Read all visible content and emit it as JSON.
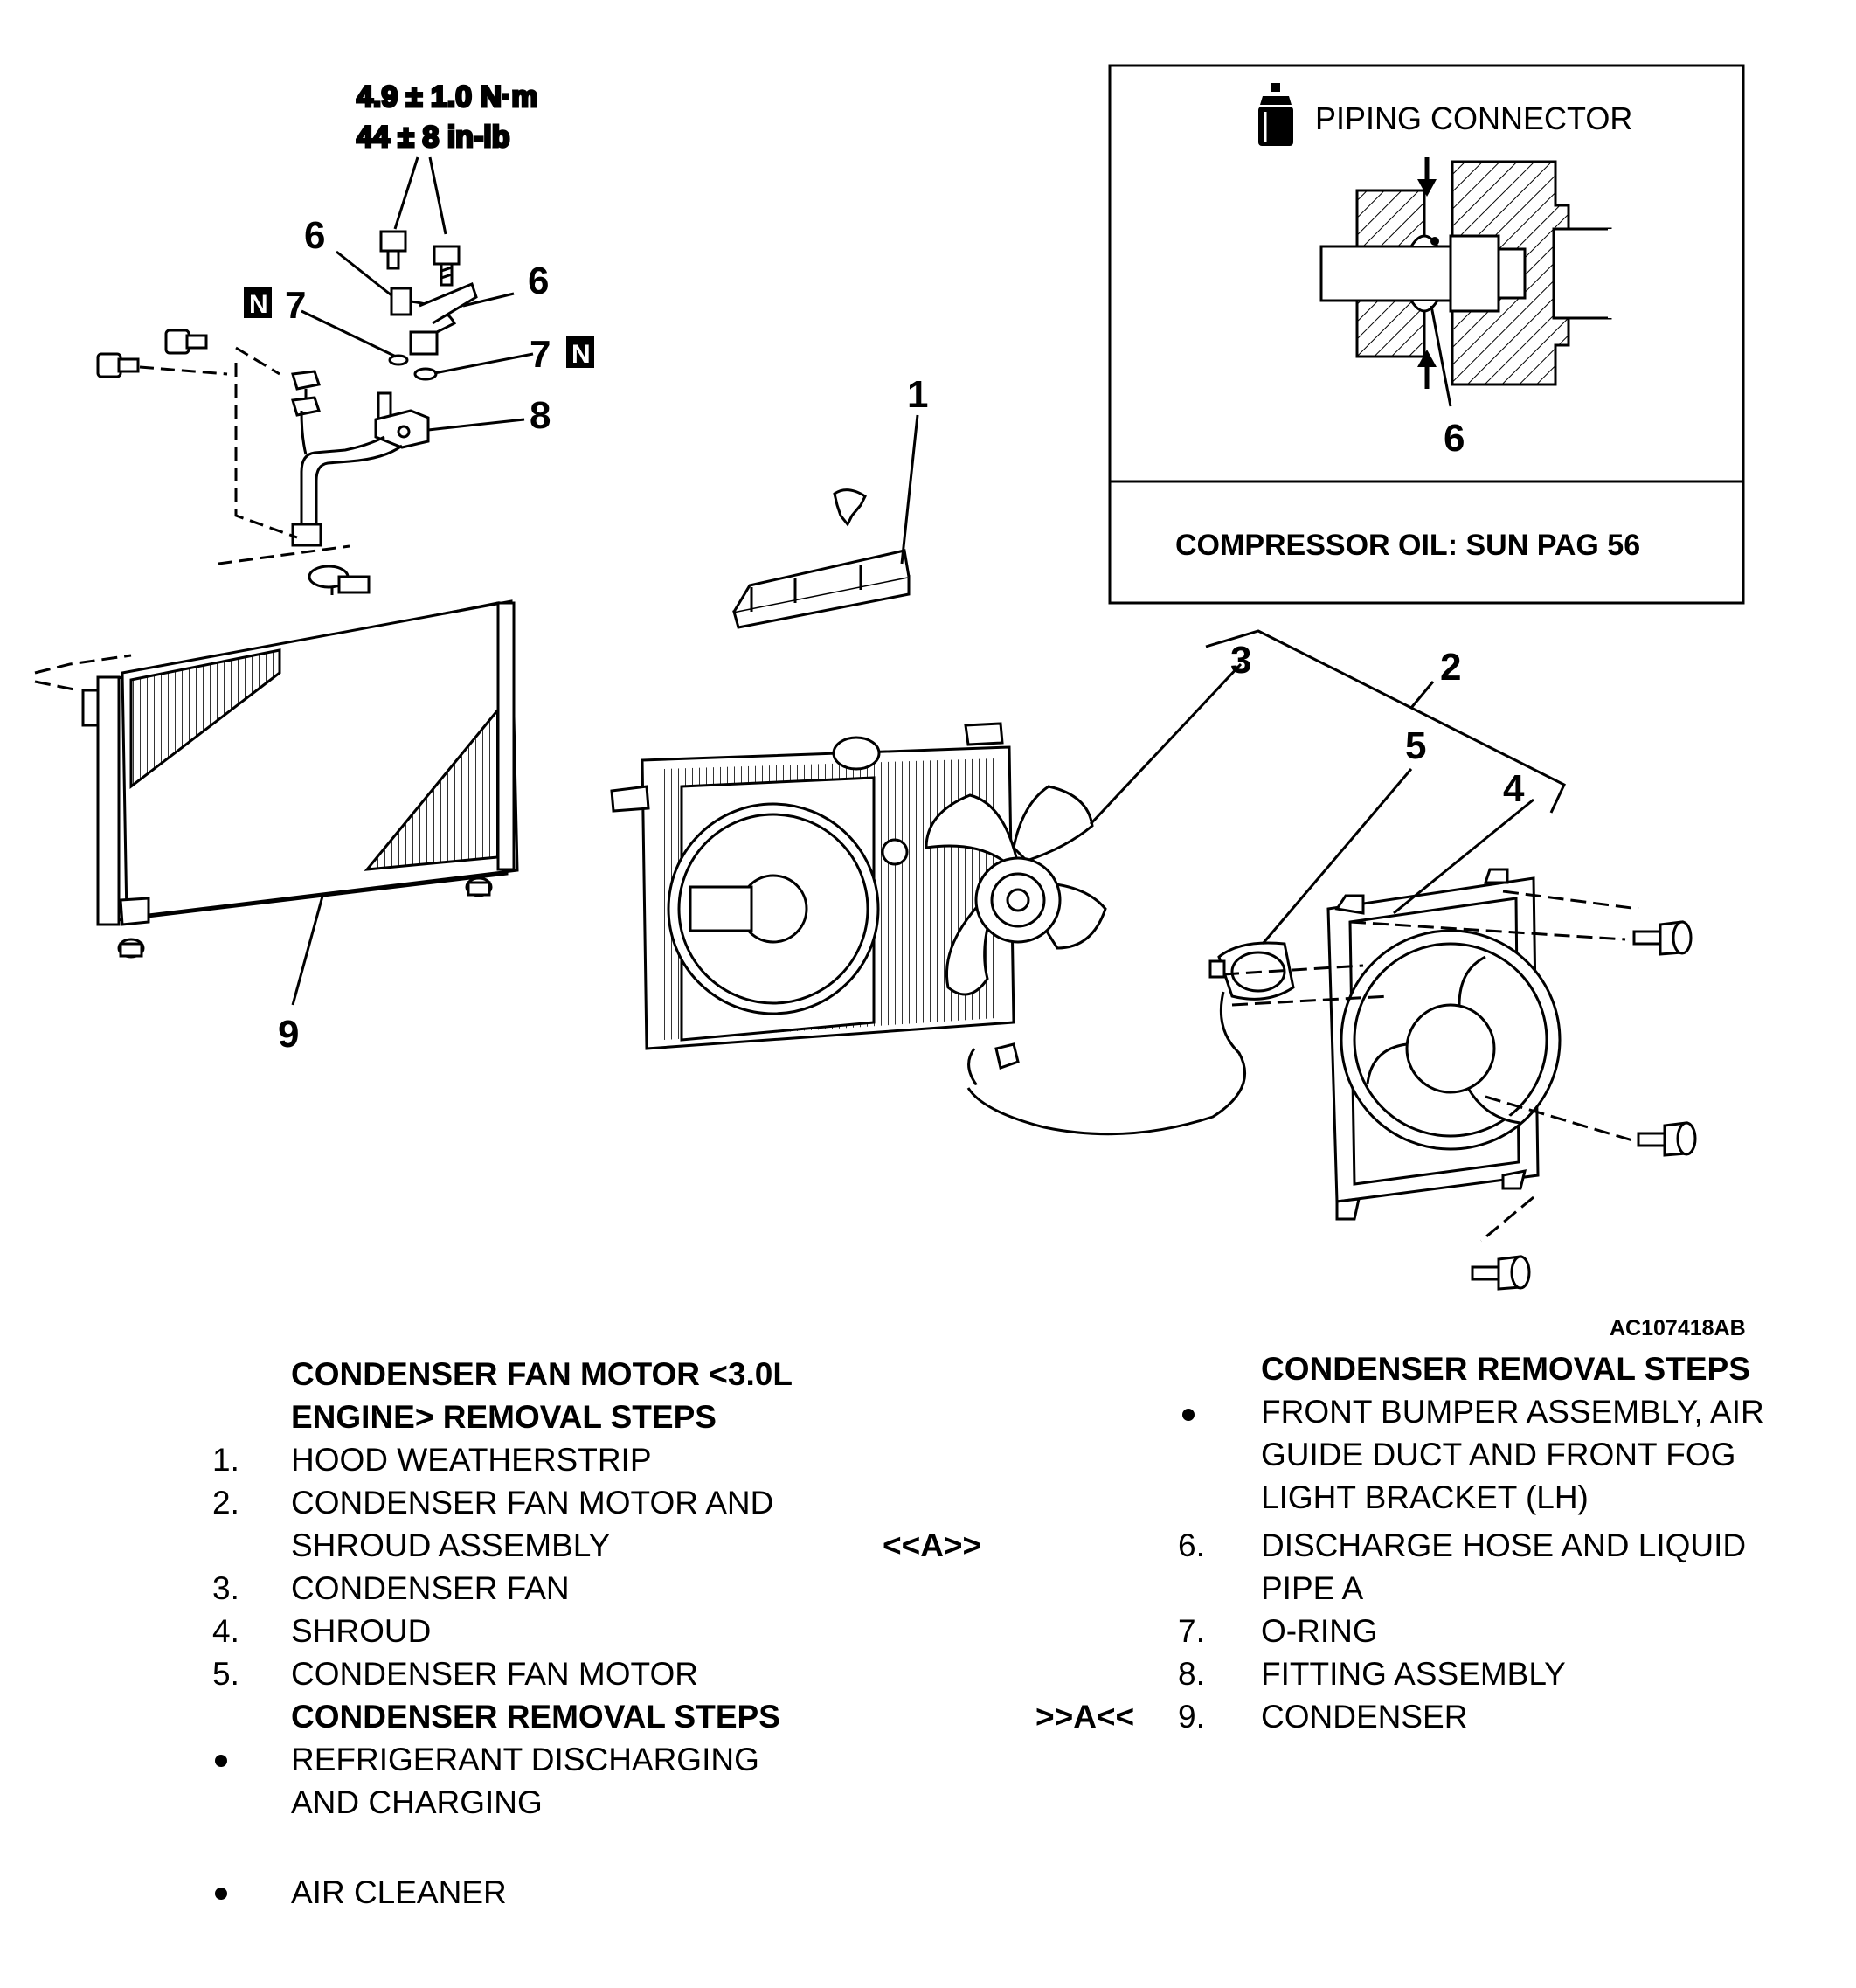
{
  "diagram": {
    "torque": [
      "4.9 ± 1.0 N·m",
      "44 ± 8 in-lb"
    ],
    "n_badge": "N",
    "callouts": {
      "c1": "1",
      "c2": "2",
      "c3": "3",
      "c4": "4",
      "c5": "5",
      "c6a": "6",
      "c6b": "6",
      "c7a": "7",
      "c7b": "7",
      "c8": "8",
      "c9": "9"
    },
    "inset": {
      "title": "PIPING CONNECTOR",
      "callout": "6",
      "oil_note": "COMPRESSOR OIL: SUN PAG 56"
    },
    "figure_code": "AC107418AB",
    "icons": [
      "oil-can-icon",
      "bolt-icon",
      "arrow-icon"
    ]
  },
  "left_steps": {
    "heading1": [
      "CONDENSER FAN MOTOR <3.0L",
      "ENGINE> REMOVAL STEPS"
    ],
    "items": [
      {
        "num": "1.",
        "lines": [
          "HOOD WEATHERSTRIP"
        ]
      },
      {
        "num": "2.",
        "lines": [
          "CONDENSER FAN MOTOR AND",
          "SHROUD ASSEMBLY"
        ],
        "marker": "<<A>>"
      },
      {
        "num": "3.",
        "lines": [
          "CONDENSER FAN"
        ]
      },
      {
        "num": "4.",
        "lines": [
          "SHROUD"
        ]
      },
      {
        "num": "5.",
        "lines": [
          "CONDENSER FAN MOTOR"
        ]
      }
    ],
    "heading2": "CONDENSER REMOVAL STEPS",
    "bullets": [
      {
        "lines": [
          "REFRIGERANT DISCHARGING",
          "AND CHARGING"
        ]
      },
      {
        "lines": [
          "AIR CLEANER"
        ]
      }
    ]
  },
  "right_steps": {
    "heading": "CONDENSER REMOVAL STEPS",
    "bullet": {
      "lines": [
        "FRONT BUMPER ASSEMBLY, AIR",
        "GUIDE DUCT AND FRONT FOG",
        "LIGHT BRACKET (LH)"
      ]
    },
    "items": [
      {
        "num": "6.",
        "lines": [
          "DISCHARGE HOSE AND LIQUID",
          "PIPE A"
        ]
      },
      {
        "num": "7.",
        "lines": [
          "O-RING"
        ]
      },
      {
        "num": "8.",
        "lines": [
          "FITTING ASSEMBLY"
        ]
      },
      {
        "num": "9.",
        "lines": [
          "CONDENSER"
        ],
        "marker": ">>A<<"
      }
    ]
  }
}
